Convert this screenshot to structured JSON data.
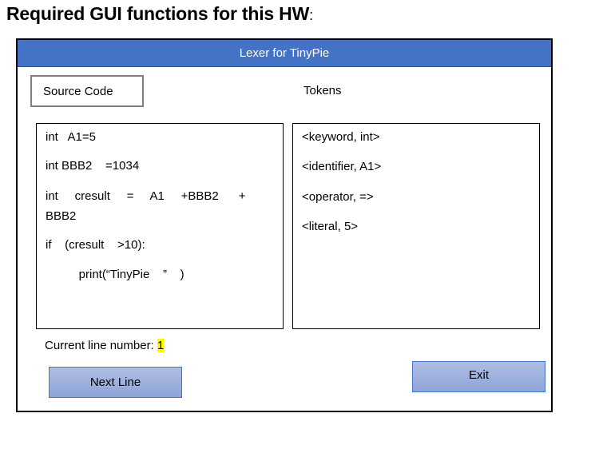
{
  "heading": {
    "text": "Required GUI functions for this HW",
    "suffix": ":"
  },
  "window": {
    "title": "Lexer for TinyPie",
    "title_bar_color": "#4472c4",
    "source_label": "Source Code",
    "tokens_label": "Tokens",
    "source_code": {
      "lines": [
        "int   A1=5",
        "int BBB2    =1034",
        "int     cresult     =     A1     +BBB2      +",
        "BBB2",
        "if    (cresult    >10):",
        "          print(“TinyPie    ”    )"
      ]
    },
    "tokens": {
      "lines": [
        "<keyword, int>",
        "<identifier, A1>",
        "<operator, =>",
        "<literal, 5>"
      ]
    },
    "current_line": {
      "label": "Current line number: ",
      "value": "1",
      "highlight_color": "#ffff00"
    },
    "buttons": {
      "next_line": "Next Line",
      "exit": "Exit"
    }
  }
}
